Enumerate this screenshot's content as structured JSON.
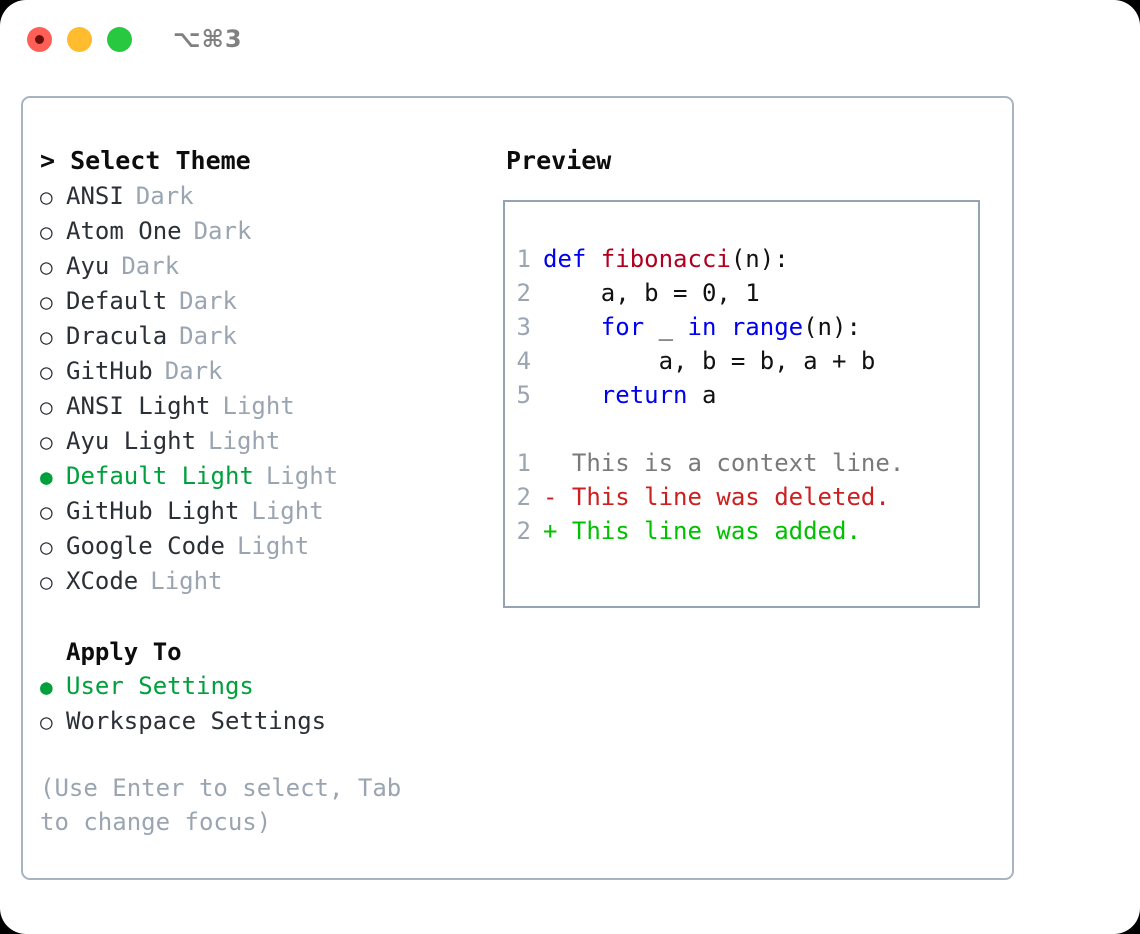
{
  "titlebar": {
    "shortcut": "⌥⌘3",
    "lights": {
      "close": "close-button",
      "minimize": "minimize-button",
      "maximize": "maximize-button"
    }
  },
  "left": {
    "section_title": "> Select Theme",
    "themes": [
      {
        "bullet": "○",
        "label": "ANSI",
        "badge": "Dark",
        "selected": false
      },
      {
        "bullet": "○",
        "label": "Atom One",
        "badge": "Dark",
        "selected": false
      },
      {
        "bullet": "○",
        "label": "Ayu",
        "badge": "Dark",
        "selected": false
      },
      {
        "bullet": "○",
        "label": "Default",
        "badge": "Dark",
        "selected": false
      },
      {
        "bullet": "○",
        "label": "Dracula",
        "badge": "Dark",
        "selected": false
      },
      {
        "bullet": "○",
        "label": "GitHub",
        "badge": "Dark",
        "selected": false
      },
      {
        "bullet": "○",
        "label": "ANSI Light",
        "badge": "Light",
        "selected": false
      },
      {
        "bullet": "○",
        "label": "Ayu Light",
        "badge": "Light",
        "selected": false
      },
      {
        "bullet": "●",
        "label": "Default Light",
        "badge": "Light",
        "selected": true
      },
      {
        "bullet": "○",
        "label": "GitHub Light",
        "badge": "Light",
        "selected": false
      },
      {
        "bullet": "○",
        "label": "Google Code",
        "badge": "Light",
        "selected": false
      },
      {
        "bullet": "○",
        "label": "XCode",
        "badge": "Light",
        "selected": false
      }
    ],
    "apply_to": {
      "title": "Apply To",
      "options": [
        {
          "bullet": "●",
          "label": "User Settings",
          "selected": true
        },
        {
          "bullet": "○",
          "label": "Workspace Settings",
          "selected": false
        }
      ]
    },
    "hint": "(Use Enter to select, Tab to change focus)"
  },
  "preview": {
    "title": "Preview",
    "code": [
      {
        "ln": "1",
        "tokens": [
          {
            "t": "def ",
            "k": "kw"
          },
          {
            "t": "fibonacci",
            "k": "fn"
          },
          {
            "t": "(n):",
            "k": "plain"
          }
        ]
      },
      {
        "ln": "2",
        "tokens": [
          {
            "t": "    a, b = 0, 1",
            "k": "plain"
          }
        ]
      },
      {
        "ln": "3",
        "tokens": [
          {
            "t": "    ",
            "k": "plain"
          },
          {
            "t": "for ",
            "k": "kw"
          },
          {
            "t": "_ ",
            "k": "plain"
          },
          {
            "t": "in ",
            "k": "kw"
          },
          {
            "t": "range",
            "k": "kw"
          },
          {
            "t": "(n):",
            "k": "plain"
          }
        ]
      },
      {
        "ln": "4",
        "tokens": [
          {
            "t": "        a, b = b, a + b",
            "k": "plain"
          }
        ]
      },
      {
        "ln": "5",
        "tokens": [
          {
            "t": "    ",
            "k": "plain"
          },
          {
            "t": "return ",
            "k": "kw"
          },
          {
            "t": "a",
            "k": "plain"
          }
        ]
      }
    ],
    "diff": [
      {
        "ln": "1",
        "marker": "  ",
        "text": "This is a context line.",
        "kind": "ctx"
      },
      {
        "ln": "2",
        "marker": "- ",
        "text": "This line was deleted.",
        "kind": "del"
      },
      {
        "ln": "2",
        "marker": "+ ",
        "text": "This line was added.",
        "kind": "add"
      }
    ]
  },
  "colors": {
    "accent_green": "#00a03c",
    "badge_gray": "#9aa5b1",
    "border": "#a8b4c0",
    "keyword_blue": "#0000ee",
    "function_red": "#b00020",
    "diff_delete": "#cc2020",
    "diff_add": "#00c000",
    "diff_context": "#7a7a7a"
  }
}
